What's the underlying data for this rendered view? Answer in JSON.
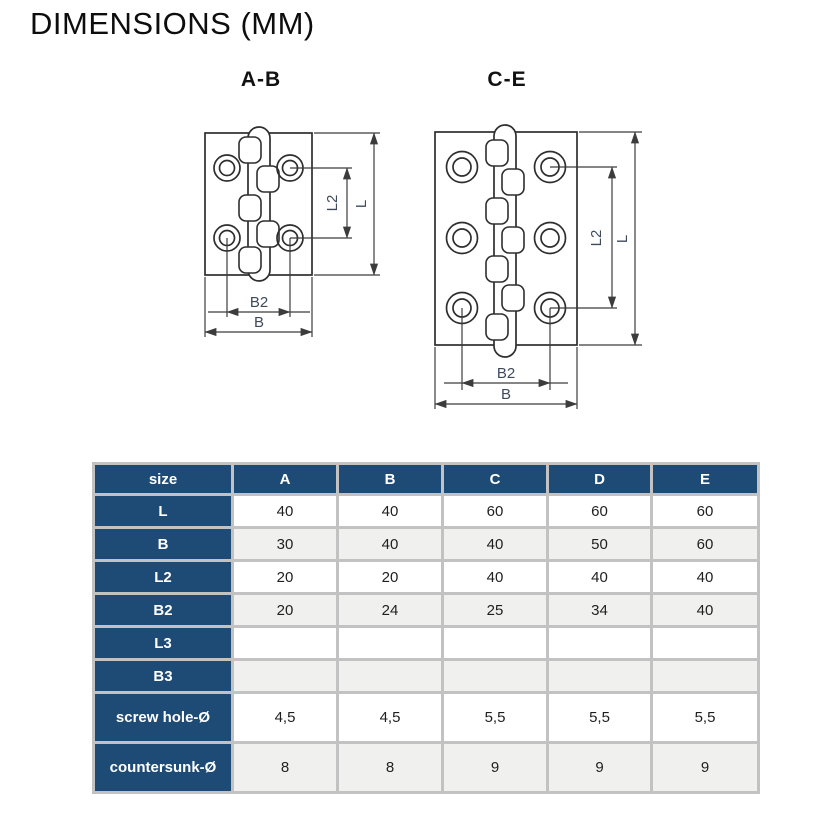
{
  "page": {
    "title": "DIMENSIONS (MM)"
  },
  "drawings": {
    "ab": {
      "label": "A-B",
      "dim_l2": "L2",
      "dim_l": "L",
      "dim_b2": "B2",
      "dim_b": "B"
    },
    "ce": {
      "label": "C-E",
      "dim_l2": "L2",
      "dim_l": "L",
      "dim_b2": "B2",
      "dim_b": "B"
    }
  },
  "colors": {
    "header_blue": "#1e4a76",
    "row_alt_gray": "#f0f0ee",
    "grid_border": "#c2c2c2",
    "drawing_line": "#2e2e2e",
    "dim_text": "#3e4a5a"
  },
  "table": {
    "header": [
      "size",
      "A",
      "B",
      "C",
      "D",
      "E"
    ],
    "rows": [
      {
        "label": "L",
        "values": [
          "40",
          "40",
          "60",
          "60",
          "60"
        ]
      },
      {
        "label": "B",
        "values": [
          "30",
          "40",
          "40",
          "50",
          "60"
        ]
      },
      {
        "label": "L2",
        "values": [
          "20",
          "20",
          "40",
          "40",
          "40"
        ]
      },
      {
        "label": "B2",
        "values": [
          "20",
          "24",
          "25",
          "34",
          "40"
        ]
      },
      {
        "label": "L3",
        "values": [
          "",
          "",
          "",
          "",
          ""
        ]
      },
      {
        "label": "B3",
        "values": [
          "",
          "",
          "",
          "",
          ""
        ]
      },
      {
        "label": "screw hole-Ø",
        "values": [
          "4,5",
          "4,5",
          "5,5",
          "5,5",
          "5,5"
        ]
      },
      {
        "label": "countersunk-Ø",
        "values": [
          "8",
          "8",
          "9",
          "9",
          "9"
        ]
      }
    ]
  }
}
